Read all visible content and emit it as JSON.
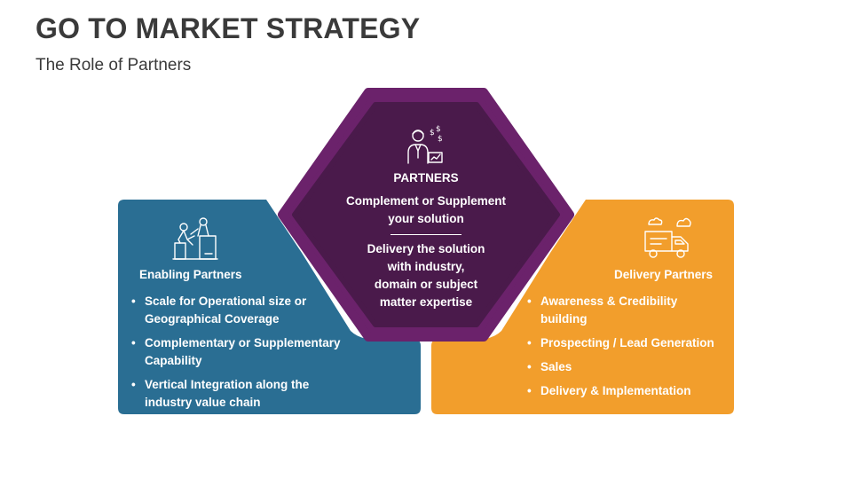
{
  "title": "GO TO MARKET STRATEGY",
  "subtitle": "The Role of Partners",
  "colors": {
    "blue": "#2a6e93",
    "orange": "#f29e2c",
    "purple_dark": "#4a1a4b",
    "purple_ring": "#6b226b"
  },
  "partners": {
    "icon": "businessman-money-icon",
    "title": "PARTNERS",
    "line1": "Complement or Supplement",
    "line2": "your solution",
    "line3": "Delivery the solution",
    "line4": "with industry,",
    "line5": "domain or subject",
    "line6": "matter expertise"
  },
  "enabling": {
    "icon": "teamwork-climb-icon",
    "title": "Enabling Partners",
    "items": [
      "Scale for Operational size or Geographical Coverage",
      "Complementary or Supplementary Capability",
      "Vertical Integration along the industry value chain"
    ]
  },
  "delivery": {
    "icon": "delivery-truck-icon",
    "title": "Delivery Partners",
    "items": [
      "Awareness & Credibility building",
      "Prospecting / Lead Generation",
      "Sales",
      "Delivery & Implementation"
    ]
  }
}
